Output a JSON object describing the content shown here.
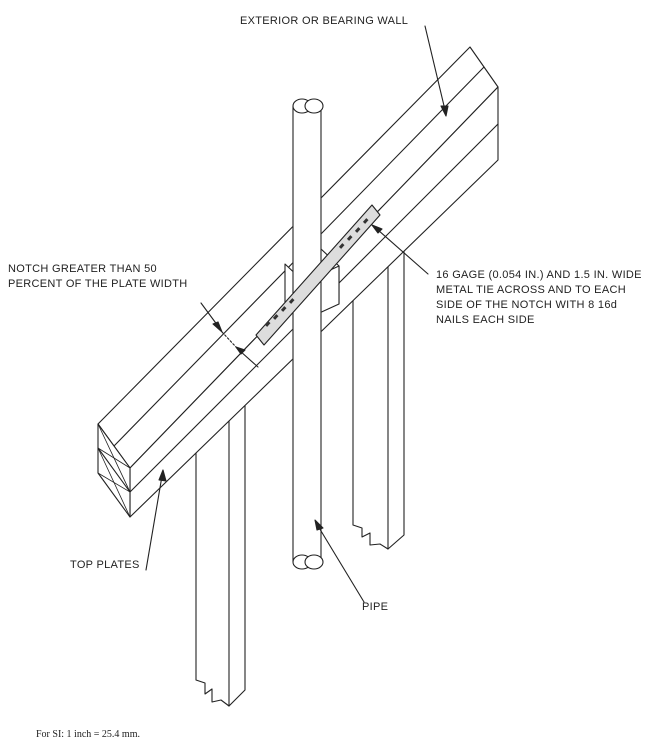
{
  "labels": {
    "wall": "EXTERIOR OR BEARING WALL",
    "notch": "NOTCH GREATER THAN 50\nPERCENT OF THE PLATE WIDTH",
    "tie": "16 GAGE (0.054 IN.) AND 1.5 IN. WIDE\nMETAL TIE ACROSS AND TO EACH\nSIDE OF THE NOTCH WITH 8 16d\nNAILS EACH SIDE",
    "plates": "TOP PLATES",
    "pipe": "PIPE",
    "note": "For SI: 1 inch = 25.4 mm."
  }
}
